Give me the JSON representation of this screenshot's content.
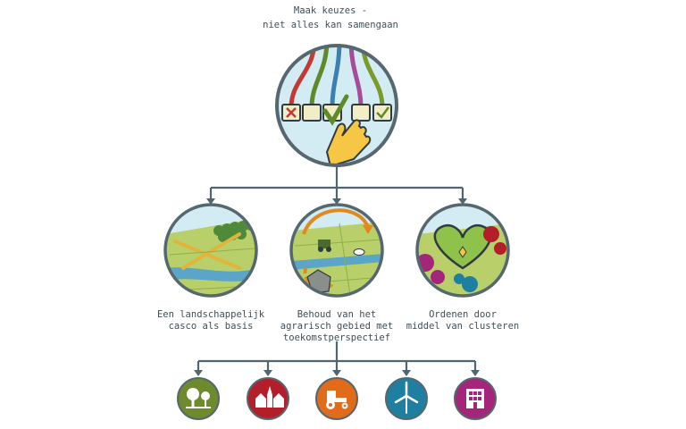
{
  "top": {
    "title_line1": "Maak keuzes -",
    "title_line2": "niet alles kan samengaan"
  },
  "strategies": [
    {
      "label": "Een landschappelijk\ncasco als basis"
    },
    {
      "label": "Behoud van het\nagrarisch gebied met\ntoekomstperspectief"
    },
    {
      "label": "Ordenen door\nmiddel van clusteren"
    }
  ],
  "themes": [
    {
      "icon": "trees-icon",
      "color": "#6d8a2c"
    },
    {
      "icon": "village-icon",
      "color": "#b21f2a"
    },
    {
      "icon": "tractor-icon",
      "color": "#e06b1b"
    },
    {
      "icon": "wind-turbine-icon",
      "color": "#1f7fa0"
    },
    {
      "icon": "building-icon",
      "color": "#a3267a"
    }
  ],
  "colors": {
    "line": "#4f6670",
    "circle_border": "#56686f",
    "grass": "#b9d06a",
    "sky": "#d3ebf2",
    "water": "#5aa5c8"
  }
}
